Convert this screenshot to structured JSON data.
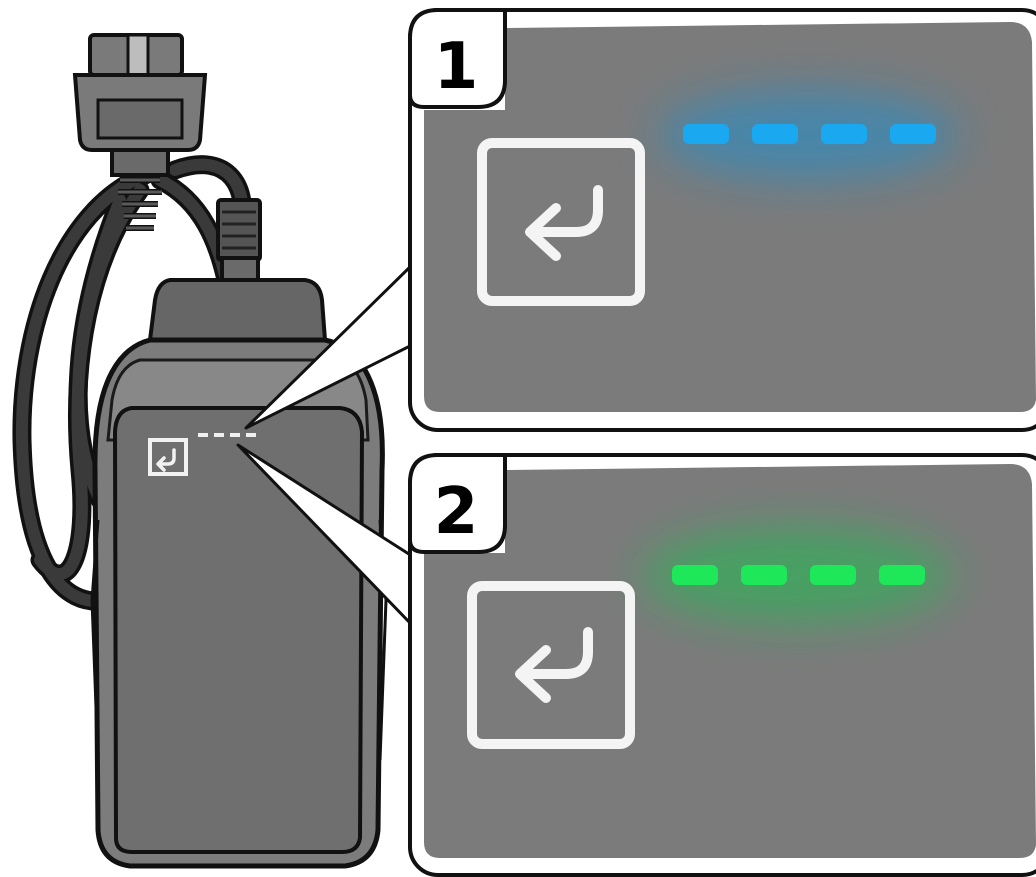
{
  "callouts": [
    {
      "number": "1",
      "led_color": "#1aa8f0",
      "led_count": 4
    },
    {
      "number": "2",
      "led_color": "#1ee85a",
      "led_count": 4
    }
  ],
  "colors": {
    "device_body": "#7c7c7c",
    "device_screen": "#6f6f6f",
    "panel_background": "#7b7b7b",
    "cable": "#3a3a3a",
    "outline": "#111111"
  },
  "icons": {
    "device_button": "return-arrow-icon",
    "callout_button": "return-arrow-icon"
  }
}
